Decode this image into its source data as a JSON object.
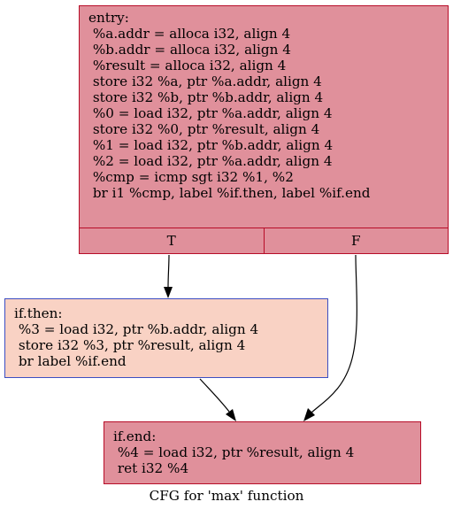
{
  "graph": {
    "caption": "CFG for 'max' function",
    "nodes": {
      "entry": {
        "text": "entry:\n %a.addr = alloca i32, align 4\n %b.addr = alloca i32, align 4\n %result = alloca i32, align 4\n store i32 %a, ptr %a.addr, align 4\n store i32 %b, ptr %b.addr, align 4\n %0 = load i32, ptr %a.addr, align 4\n store i32 %0, ptr %result, align 4\n %1 = load i32, ptr %b.addr, align 4\n %2 = load i32, ptr %a.addr, align 4\n %cmp = icmp sgt i32 %1, %2\n br i1 %cmp, label %if.then, label %if.end",
        "branch_true": "T",
        "branch_false": "F",
        "fill_color": "#e0909b",
        "border_color": "#b70d28"
      },
      "if_then": {
        "text": "if.then:\n %3 = load i32, ptr %b.addr, align 4\n store i32 %3, ptr %result, align 4\n br label %if.end",
        "fill_color": "#f9d2c4",
        "border_color": "#3c4ec2"
      },
      "if_end": {
        "text": "if.end:\n %4 = load i32, ptr %result, align 4\n ret i32 %4",
        "fill_color": "#e0909b",
        "border_color": "#b70d28"
      }
    },
    "edges": [
      {
        "from": "entry",
        "port": "T",
        "to": "if_then"
      },
      {
        "from": "entry",
        "port": "F",
        "to": "if_end"
      },
      {
        "from": "if_then",
        "to": "if_end"
      }
    ]
  }
}
